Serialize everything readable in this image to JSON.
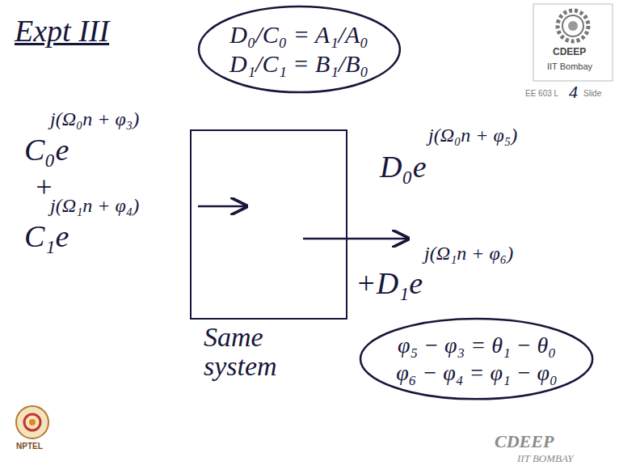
{
  "diagram": {
    "title": "Expt III",
    "nodes": [
      {
        "text": [
          "D₀/C₀ = A₁/A₀",
          "D₁/C₁ = B₁/B₀"
        ]
      },
      {
        "text": [
          "Same system"
        ]
      },
      {
        "text": [
          "φ₅ − φ₃ = θ₁ − θ₀",
          "φ₆ − φ₄ = φ₁ − φ₀"
        ]
      }
    ],
    "labels": [
      "C₀e",
      "j(Ω₀n + φ₃)",
      "+",
      "C₁e",
      "j(Ω₁n + φ₄)",
      "D₀e",
      "j(Ω₀n + φ₅)",
      "+D₁e",
      "j(Ω₁n + φ₆)",
      "CDEEP",
      "IIT Bombay",
      "EE 603 L",
      "4",
      "Slide",
      "CDEEP",
      "IIT BOMBAY",
      "NPTEL"
    ]
  }
}
